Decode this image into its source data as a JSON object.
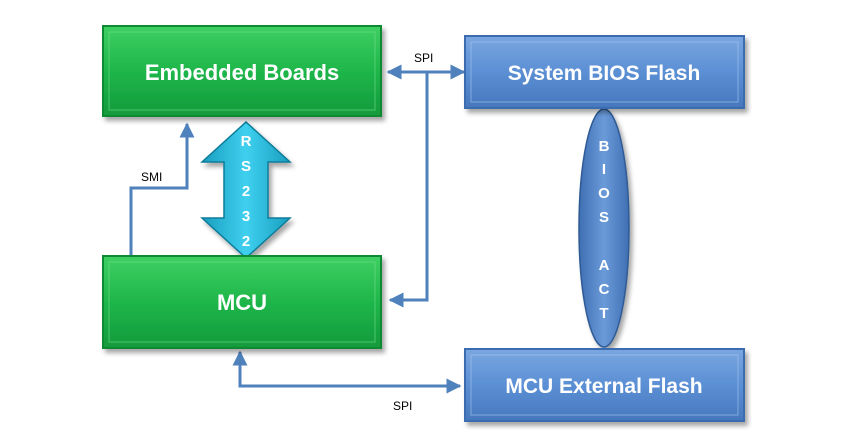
{
  "nodes": {
    "embedded_boards": {
      "label": "Embedded Boards"
    },
    "system_bios_flash": {
      "label": "System BIOS Flash"
    },
    "mcu": {
      "label": "MCU"
    },
    "mcu_external_flash": {
      "label": "MCU External Flash"
    }
  },
  "connectors": {
    "spi_top": {
      "label": "SPI"
    },
    "spi_bottom": {
      "label": "SPI"
    },
    "smi": {
      "label": "SMI"
    },
    "rs232": {
      "label": "RS232",
      "letters": [
        "R",
        "S",
        "2",
        "3",
        "2"
      ]
    },
    "bios_act": {
      "label": "BIOS ACT",
      "letters": [
        "B",
        "I",
        "O",
        "S",
        "A",
        "C",
        "T"
      ]
    }
  },
  "colors": {
    "green_face": "#1fb64a",
    "green_border": "#0e8a33",
    "blue_face": "#5b8fd4",
    "blue_border": "#3a6cb0",
    "arrow_blue": "#4f81bd",
    "rs232_fill": "#2ab8d8"
  }
}
